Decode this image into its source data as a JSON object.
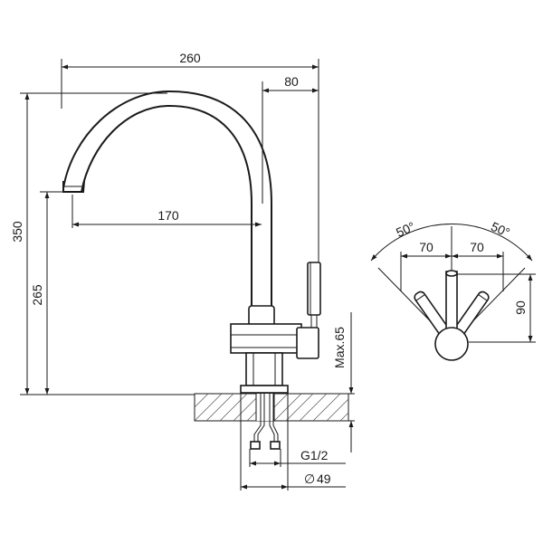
{
  "drawing": {
    "line_color": "#1a1a1a",
    "background": "#ffffff"
  },
  "dimensions": {
    "width_total": "260",
    "spout_offset": "80",
    "spout_reach": "170",
    "height_total": "350",
    "spout_height": "265",
    "max_countertop": "Max.65",
    "thread": "G1/2",
    "diameter": "49",
    "diameter_symbol": "∅"
  },
  "side_view": {
    "angle_left": "50°",
    "angle_right": "50°",
    "offset_left": "70",
    "offset_right": "70",
    "handle_height": "90"
  }
}
